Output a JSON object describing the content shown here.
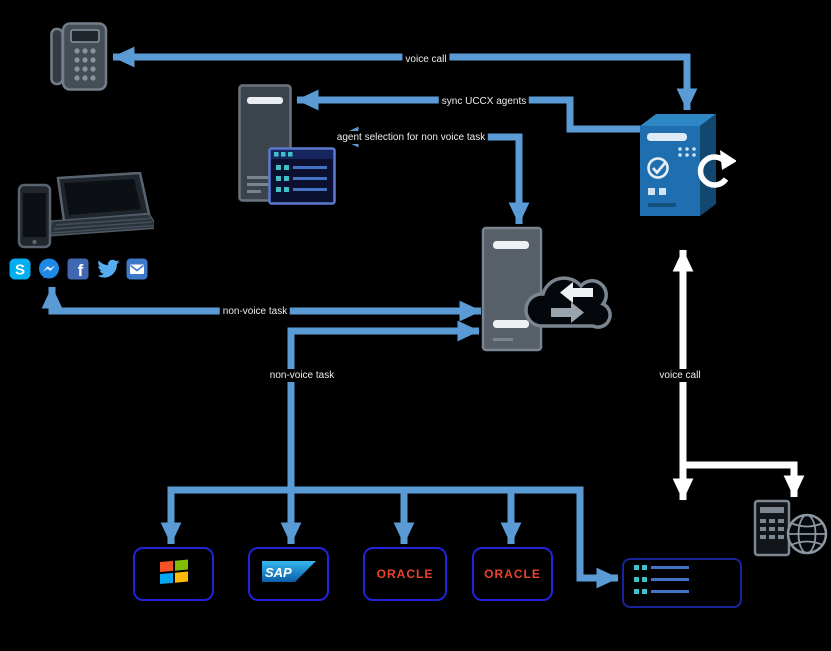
{
  "labels": {
    "voice_call_top": "voice call",
    "sync_uccx_agents": "sync UCCX agents",
    "agent_selection": "agent selection for non voice task",
    "non_voice_task_left": "non-voice task",
    "non_voice_task_down": "non-voice task",
    "voice_call_right": "voice call"
  },
  "glyphs": {
    "skype": "S",
    "facebook": "f"
  },
  "logos": {
    "sap": "SAP",
    "oracle_1": "ORACLE",
    "oracle_2": "ORACLE"
  },
  "icons": {
    "desk_phone": "desk-phone-icon",
    "uccx_server": "server-tower-icon",
    "agent_desktop": "app-window-icon",
    "voice_server": "server-sync-icon",
    "connector_server": "server-cloud-exchange-icon",
    "customer_devices": "laptop-smartphone-icon",
    "skype": "skype-icon",
    "messenger": "messenger-icon",
    "facebook": "facebook-icon",
    "twitter": "twitter-bird-icon",
    "email": "email-icon",
    "windows": "windows-logo-icon",
    "task_list": "task-list-icon",
    "remote_phone": "phone-globe-icon"
  },
  "colors": {
    "background": "#000000",
    "arrow_blue": "#5B9BD5",
    "arrow_white": "#FFFFFF",
    "app_box_border": "#2222D8",
    "list_box_border": "#18249C",
    "server_blue": "#1F6FB0",
    "server_gray": "#575F69",
    "server_dark": "#3B434C",
    "oracle_red": "#E8432C",
    "teal_accent": "#3EC1C9"
  }
}
